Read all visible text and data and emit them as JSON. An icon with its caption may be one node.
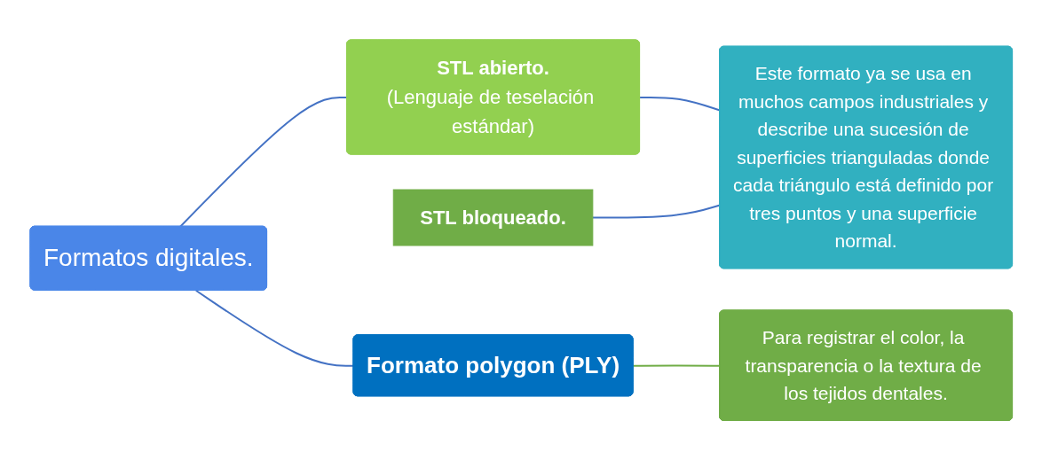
{
  "diagram": {
    "nodes": [
      {
        "text": [
          "Formatos digitales."
        ]
      },
      {
        "text": [
          "STL abierto.",
          "(Lenguaje de teselación estándar)"
        ]
      },
      {
        "text": [
          "STL bloqueado."
        ]
      },
      {
        "text": [
          "Formato polygon (PLY)"
        ]
      },
      {
        "text": [
          "Este formato ya se usa en muchos campos industriales y describe una sucesión de superficies trianguladas donde cada triángulo está definido por tres puntos y una superficie normal."
        ]
      },
      {
        "text": [
          "Para registrar el color, la transparencia o la textura de los tejidos dentales."
        ]
      }
    ],
    "edges": [
      {
        "from": 0,
        "to": 1,
        "arrow": "none"
      },
      {
        "from": 0,
        "to": 3,
        "arrow": "none"
      },
      {
        "from": 1,
        "to": 4,
        "arrow": "none"
      },
      {
        "from": 2,
        "to": 4,
        "arrow": "none"
      },
      {
        "from": 3,
        "to": 5,
        "arrow": "none",
        "color": "#70ad47"
      }
    ]
  }
}
